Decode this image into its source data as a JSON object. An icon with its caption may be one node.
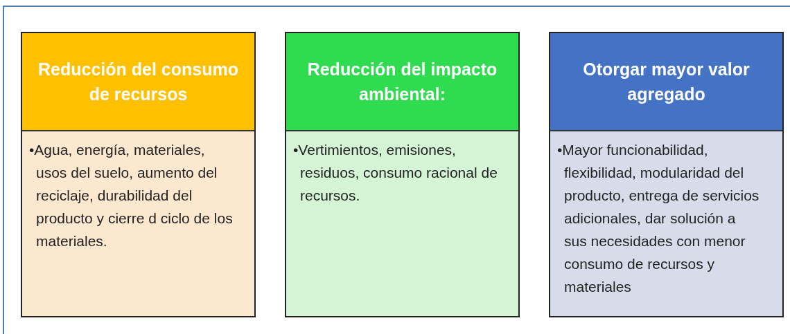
{
  "diagram": {
    "nodes": [
      {
        "text": [
          "Reducción del consumo de recursos",
          "•Agua, energía, materiales, usos del suelo, aumento del reciclaje, durabilidad del producto y cierre d ciclo de los materiales."
        ]
      },
      {
        "text": [
          "Reducción del impacto ambiental:",
          "•Vertimientos, emisiones, residuos, consumo racional de recursos."
        ]
      },
      {
        "text": [
          "Otorgar mayor valor agregado",
          "•Mayor funcionabilidad, flexibilidad, modularidad del producto, entrega de servicios adicionales, dar solución a sus necesidades con menor consumo de recursos y materiales"
        ]
      }
    ],
    "edges": []
  }
}
